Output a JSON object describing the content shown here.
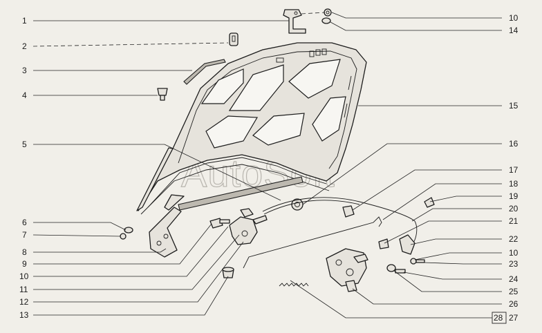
{
  "watermark": "AutoSoft",
  "left_callouts": [
    "1",
    "2",
    "3",
    "4",
    "5",
    "6",
    "7",
    "8",
    "9",
    "10",
    "11",
    "12",
    "13"
  ],
  "right_callouts": [
    "10",
    "14",
    "15",
    "16",
    "17",
    "18",
    "19",
    "20",
    "21",
    "22",
    "10",
    "23",
    "24",
    "25",
    "26",
    "27"
  ],
  "bottom_callout": "28"
}
